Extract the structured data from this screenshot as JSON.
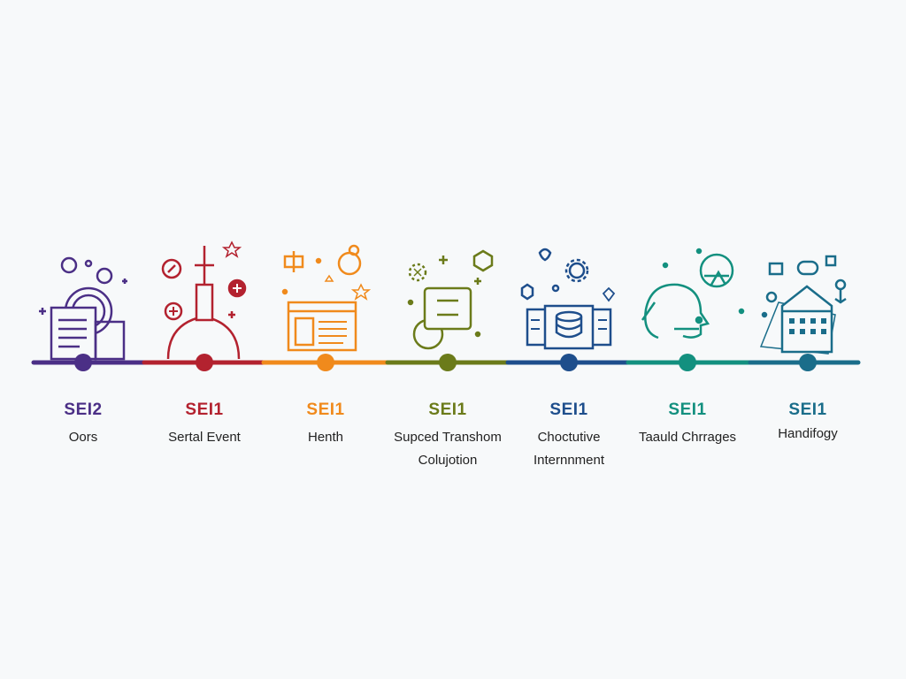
{
  "stages": [
    {
      "code": "SEI2",
      "name": "Oors",
      "name_line2": "",
      "color": "#4b2f86",
      "icon": "document-stack-icon"
    },
    {
      "code": "SEI1",
      "name": "Sertal Event",
      "name_line2": "",
      "color": "#b3222f",
      "icon": "medical-figure-icon"
    },
    {
      "code": "SEI1",
      "name": "Henth",
      "name_line2": "",
      "color": "#f08a1c",
      "icon": "browser-window-icon"
    },
    {
      "code": "SEI1",
      "name": "Supced Transhom",
      "name_line2": "Colujotion",
      "color": "#6b7b1a",
      "icon": "database-chat-icon"
    },
    {
      "code": "SEI1",
      "name": "Choctutive",
      "name_line2": "Internnment",
      "color": "#1e4e8c",
      "icon": "server-rack-icon"
    },
    {
      "code": "SEI1",
      "name": "Taauld Chrrages",
      "name_line2": "",
      "color": "#13907f",
      "icon": "head-profile-icon"
    },
    {
      "code": "SEI1",
      "name": "Handifogy",
      "name_line2": "",
      "color": "#1a6d8a",
      "icon": "calendar-house-icon"
    }
  ]
}
